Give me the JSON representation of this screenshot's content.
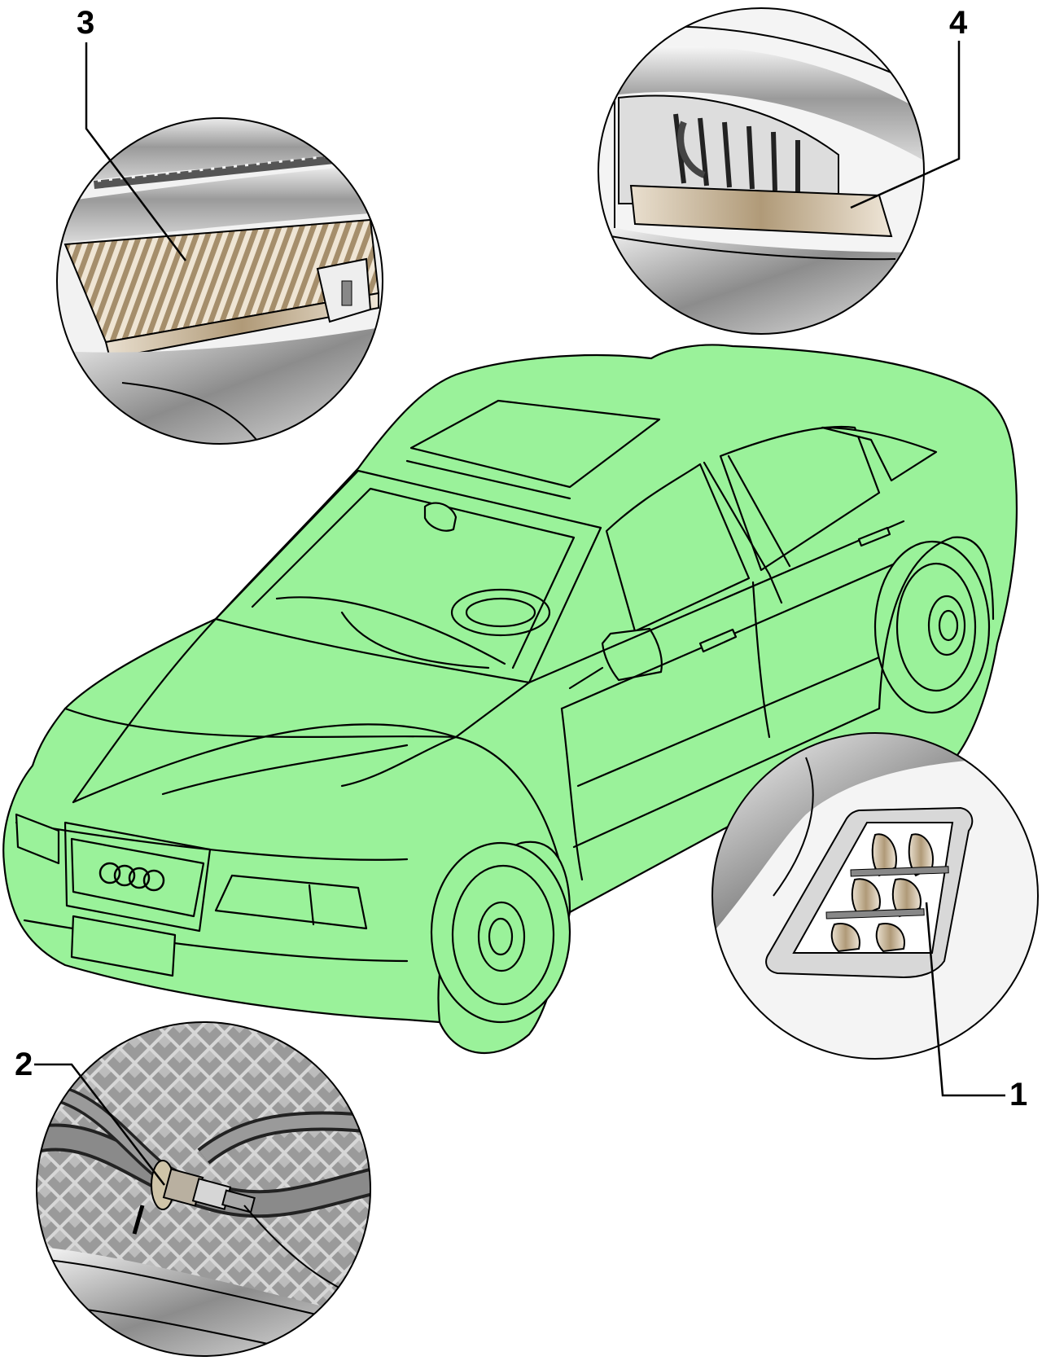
{
  "callouts": {
    "c1": "1",
    "c2": "2",
    "c3": "3",
    "c4": "4"
  },
  "colors": {
    "car_fill": "#9af29a",
    "outline": "#000000",
    "filter_brown": "#bfae95",
    "metal_dark": "#6d6d6d",
    "metal_light": "#e4e4e4"
  },
  "icons": {
    "car": "car-icon",
    "grille_logo": "four-rings-logo-icon"
  }
}
